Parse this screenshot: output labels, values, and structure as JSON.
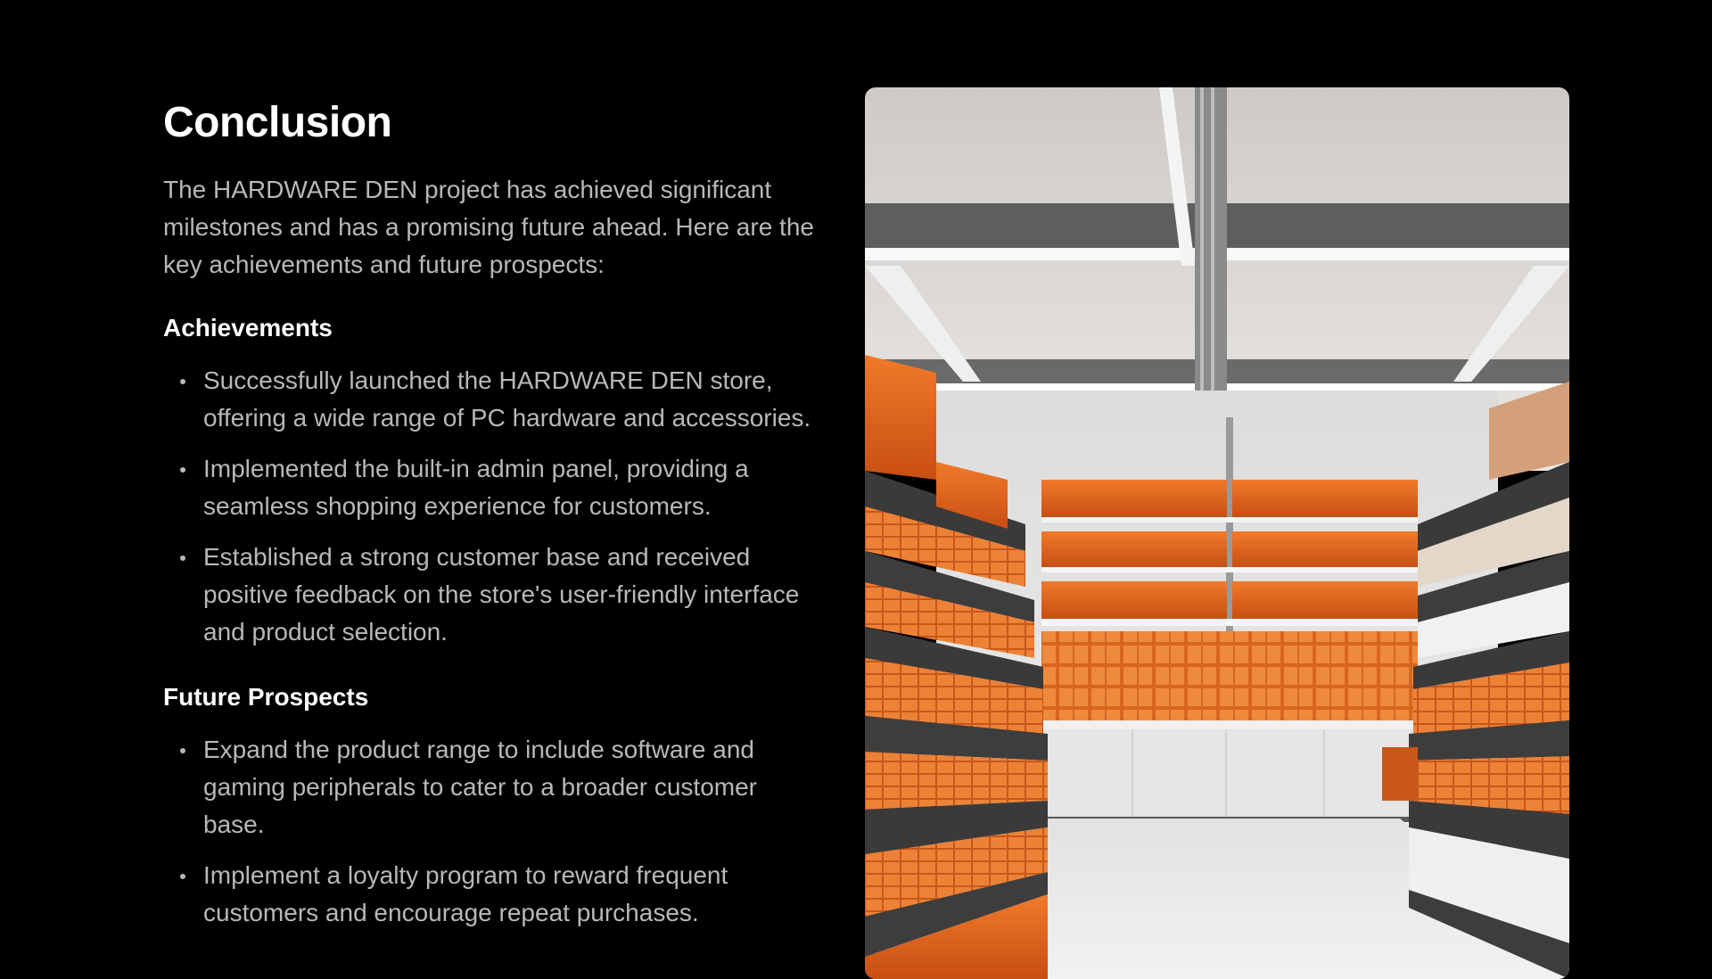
{
  "slide": {
    "title": "Conclusion",
    "intro": "The HARDWARE DEN project has achieved significant milestones and has a promising future ahead. Here are the key achievements and future prospects:",
    "achievements": {
      "heading": "Achievements",
      "items": [
        "Successfully launched the HARDWARE DEN store, offering a wide range of PC hardware and accessories.",
        "Implemented the built-in admin panel, providing a seamless shopping experience for customers.",
        "Established a strong customer base and received positive feedback on the store's user-friendly interface and product selection."
      ]
    },
    "future": {
      "heading": "Future Prospects",
      "items": [
        "Expand the product range to include software and gaming peripherals to cater to a broader customer base.",
        "Implement a loyalty program to reward frequent customers and encourage repeat purchases."
      ]
    },
    "colors": {
      "background": "#000000",
      "heading": "#ffffff",
      "body_text": "#b8b8b8",
      "accent_orange": "#e8641a"
    }
  }
}
